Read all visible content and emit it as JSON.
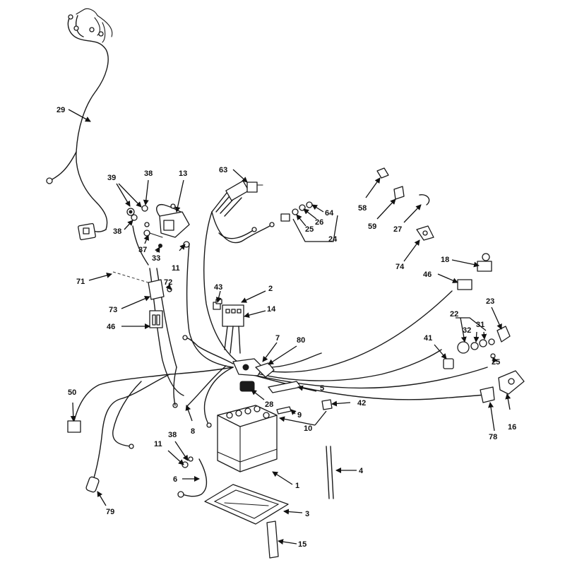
{
  "diagram": {
    "callouts": [
      "29",
      "39",
      "38",
      "13",
      "63",
      "58",
      "38",
      "37",
      "33",
      "11",
      "64",
      "26",
      "25",
      "24",
      "59",
      "27",
      "74",
      "18",
      "46",
      "71",
      "72",
      "73",
      "43",
      "2",
      "14",
      "46",
      "23",
      "22",
      "32",
      "31",
      "41",
      "25",
      "7",
      "80",
      "50",
      "28",
      "5",
      "42",
      "9",
      "10",
      "8",
      "16",
      "78",
      "38",
      "11",
      "4",
      "6",
      "1",
      "79",
      "3",
      "15"
    ]
  }
}
